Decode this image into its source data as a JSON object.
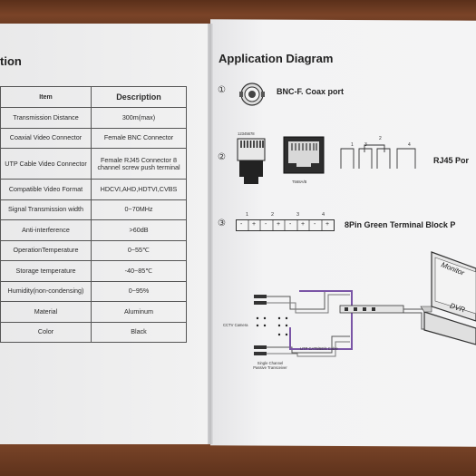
{
  "left_page": {
    "title_fragment": "tion",
    "table": {
      "headers": [
        "Item",
        "Description"
      ],
      "rows": [
        [
          "Transmission Distance",
          "300m(max)"
        ],
        [
          "Coaxial Video Connector",
          "Female BNC Connector"
        ],
        [
          "UTP Cable Video Connector",
          "Female RJ45 Connector 8 channel screw push terminal"
        ],
        [
          "Compatible Video Format",
          "HDCVI,AHD,HDTVI,CVBS"
        ],
        [
          "Signal Transmission width",
          "0~70MHz"
        ],
        [
          "Anti-interference",
          ">60dB"
        ],
        [
          "OperationTemperature",
          "0~55℃"
        ],
        [
          "Storage temperature",
          "-40~85℃"
        ],
        [
          "Humidity(non-condensing)",
          "0~95%"
        ],
        [
          "Material",
          "Aluminum"
        ],
        [
          "Color",
          "Black"
        ]
      ]
    }
  },
  "right_page": {
    "title": "Application Diagram",
    "items": [
      {
        "number": "①",
        "label": "BNC-F. Coax port"
      },
      {
        "number": "②",
        "label": "RJ45 Por"
      },
      {
        "number": "③",
        "label": "8Pin Green Terminal Block P"
      }
    ],
    "rj45_pin_label": "12345678",
    "rj45_socket_label": "T568A/B",
    "rj45_pair_numbers": [
      "1",
      "2",
      "3",
      "4"
    ],
    "terminal_numbers": [
      "1",
      "2",
      "3",
      "4"
    ],
    "terminal_signs": [
      "-",
      "+",
      "-",
      "+",
      "-",
      "+",
      "-",
      "+"
    ],
    "diagram": {
      "cctv_label": "CCTV Camera",
      "cable_label": "UTP CAT5/5E/6 Cable",
      "transceiver_label": "Single Channel Passive Transceiver",
      "monitor_label": "Monitor",
      "dvr_label": "DVR"
    }
  }
}
